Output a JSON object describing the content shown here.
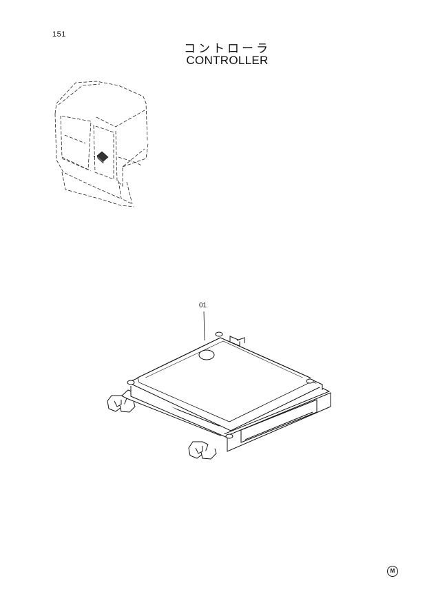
{
  "page": {
    "number": "151",
    "title_jp": "コントローラ",
    "title_en": "CONTROLLER"
  },
  "diagram": {
    "parts": [
      {
        "callout": "01"
      }
    ],
    "corner_mark": "M"
  },
  "colors": {
    "ink": "#111111",
    "background": "#ffffff"
  }
}
